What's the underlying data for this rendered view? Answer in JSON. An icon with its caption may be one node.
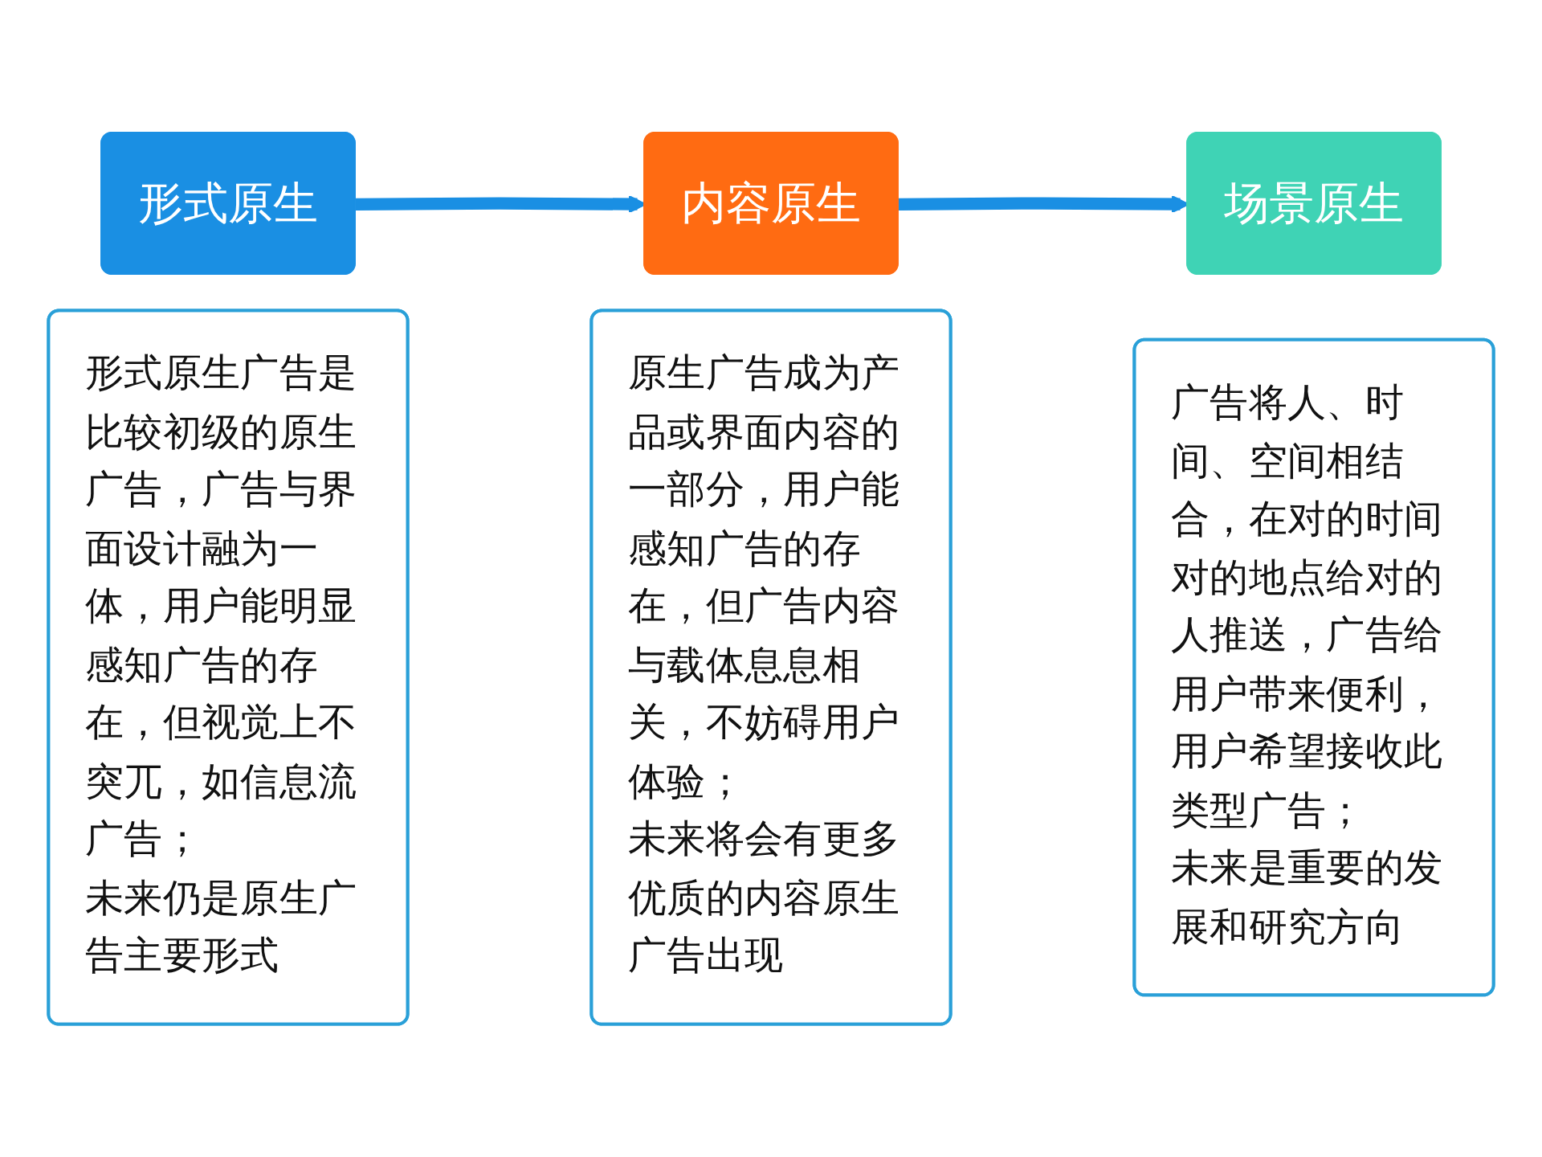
{
  "diagram": {
    "nodes": [
      {
        "text": [
          "形式原生"
        ]
      },
      {
        "text": [
          "形式原生广告是比较初级的原生广告，广告与界面设计融为一体，用户能明显感知广告的存在，但视觉上不突兀，如信息流广告；",
          "未来仍是原生广告主要形式"
        ]
      },
      {
        "text": [
          "内容原生"
        ]
      },
      {
        "text": [
          "原生广告成为产品或界面内容的一部分，用户能感知广告的存在，但广告内容与载体息息相关，不妨碍用户体验；",
          "未来将会有更多优质的内容原生广告出现"
        ]
      },
      {
        "text": [
          "场景原生"
        ]
      },
      {
        "text": [
          "广告将人、时间、空间相结合，在对的时间对的地点给对的人推送，广告给用户带来便利，用户希望接收此类型广告；",
          "未来是重要的发展和研究方向"
        ]
      }
    ],
    "edges": [
      {
        "from": 0,
        "to": 2,
        "arrow": "to"
      },
      {
        "from": 2,
        "to": 4,
        "arrow": "to"
      }
    ]
  }
}
